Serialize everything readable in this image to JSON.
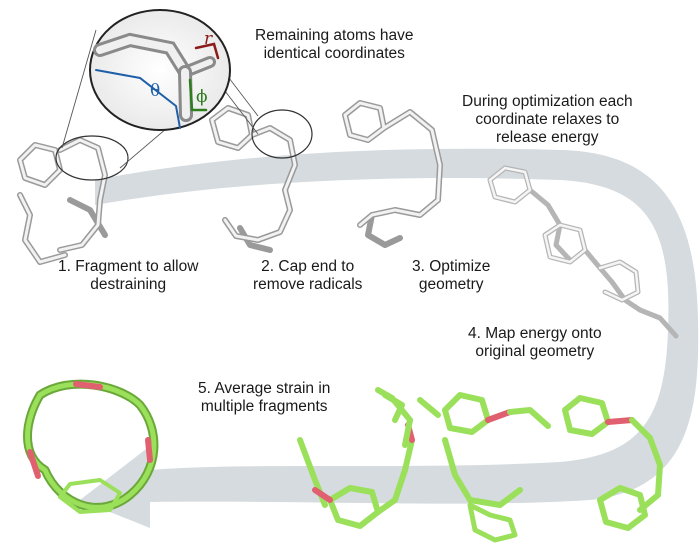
{
  "callout": {
    "line1": "Remaining atoms have",
    "line2": "identical coordinates"
  },
  "optimization_note": {
    "line1": "During optimization each",
    "line2": "coordinate relaxes to",
    "line3": "release energy"
  },
  "steps": [
    {
      "line1": "1. Fragment to allow",
      "line2": "destraining"
    },
    {
      "line1": "2. Cap end to",
      "line2": "remove radicals"
    },
    {
      "line1": "3. Optimize",
      "line2": "geometry"
    },
    {
      "line1": "4. Map energy onto",
      "line2": "original geometry"
    },
    {
      "line1": "5. Average strain in",
      "line2": "multiple fragments"
    }
  ],
  "coordinate_labels": {
    "bond": "r",
    "angle": "θ",
    "dihedral": "ϕ"
  },
  "colors": {
    "flow_arrow": "#d3d9dc",
    "molecule_gray": "#bfbfbf",
    "molecule_white": "#f2f2f2",
    "strain_green": "#9be05a",
    "strain_red": "#e06070",
    "bond_r": "#8b1a1a",
    "angle_theta": "#1f5fa8",
    "dihedral_phi": "#2e7d1e"
  }
}
